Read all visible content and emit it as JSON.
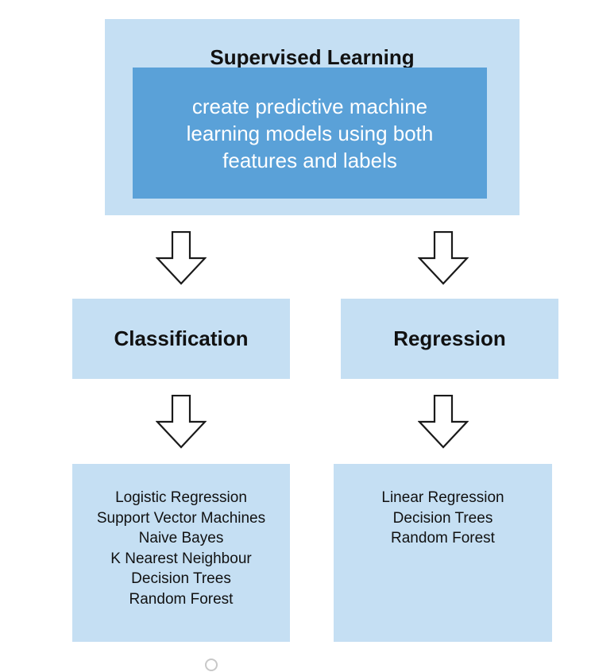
{
  "colors": {
    "light_box": "#c5dff3",
    "dark_box": "#5aa1d8",
    "arrow_stroke": "#1a1a1a"
  },
  "top": {
    "title": "Supervised Learning",
    "description": "create predictive machine learning models using both features and labels"
  },
  "classification": {
    "title": "Classification",
    "items": [
      "Logistic Regression",
      "Support Vector Machines",
      "Naive Bayes",
      "K Nearest Neighbour",
      "Decision Trees",
      "Random Forest"
    ]
  },
  "regression": {
    "title": "Regression",
    "items": [
      "Linear Regression",
      "Decision Trees",
      "Random Forest"
    ]
  },
  "icons": {
    "arrow": "down-arrow-icon",
    "loader": "loading-spinner-icon"
  }
}
